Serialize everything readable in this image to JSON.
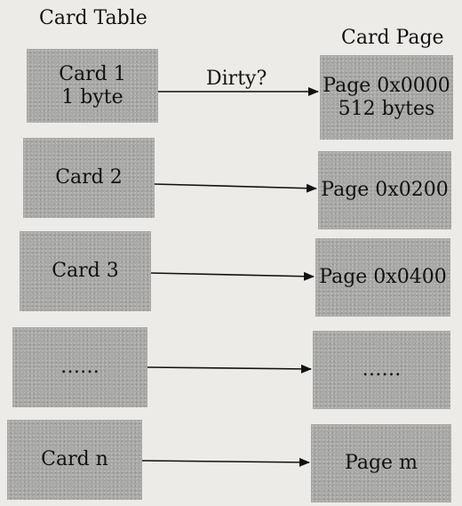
{
  "headers": {
    "left": "Card Table",
    "right": "Card Page"
  },
  "edge_label": "Dirty?",
  "rows": [
    {
      "card": "Card 1\n1 byte",
      "page": "Page 0x0000\n512 bytes"
    },
    {
      "card": "Card 2",
      "page": "Page 0x0200"
    },
    {
      "card": "Card 3",
      "page": "Page 0x0400"
    },
    {
      "card": "……",
      "page": "……"
    },
    {
      "card": "Card n",
      "page": "Page m"
    }
  ],
  "colors": {
    "box_fill": "#a9a9a7",
    "background": "#ecebe8",
    "stroke": "#111111"
  }
}
